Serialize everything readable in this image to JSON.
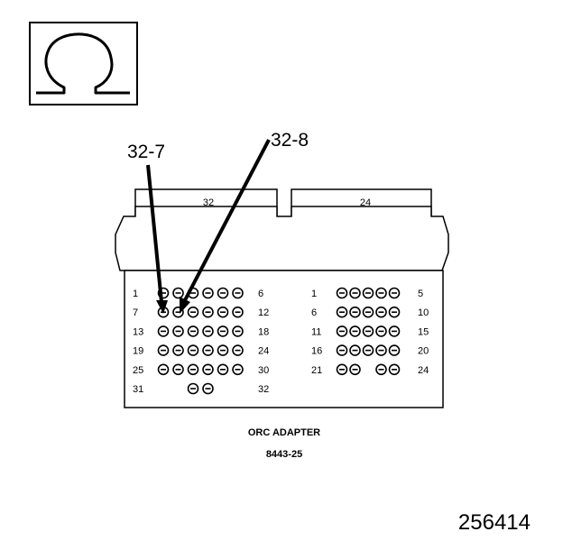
{
  "symbol": {
    "icon": "ohm-icon"
  },
  "callouts": {
    "left": "32-7",
    "right": "32-8"
  },
  "connectors": {
    "left_label": "32",
    "right_label": "24"
  },
  "left_block": {
    "rows": [
      {
        "start": "1",
        "end": "6",
        "pins": [
          1,
          1,
          1,
          1,
          1,
          1
        ]
      },
      {
        "start": "7",
        "end": "12",
        "pins": [
          1,
          1,
          1,
          1,
          1,
          1
        ]
      },
      {
        "start": "13",
        "end": "18",
        "pins": [
          1,
          1,
          1,
          1,
          1,
          1
        ]
      },
      {
        "start": "19",
        "end": "24",
        "pins": [
          1,
          1,
          1,
          1,
          1,
          1
        ]
      },
      {
        "start": "25",
        "end": "30",
        "pins": [
          1,
          1,
          1,
          1,
          1,
          1
        ]
      },
      {
        "start": "31",
        "end": "32",
        "pins": [
          0,
          0,
          1,
          1,
          0,
          0
        ]
      }
    ]
  },
  "right_block": {
    "rows": [
      {
        "start": "1",
        "end": "5",
        "pins": [
          1,
          1,
          1,
          1,
          1
        ]
      },
      {
        "start": "6",
        "end": "10",
        "pins": [
          1,
          1,
          1,
          1,
          1
        ]
      },
      {
        "start": "11",
        "end": "15",
        "pins": [
          1,
          1,
          1,
          1,
          1
        ]
      },
      {
        "start": "16",
        "end": "20",
        "pins": [
          1,
          1,
          1,
          1,
          1
        ]
      },
      {
        "start": "21",
        "end": "24",
        "pins": [
          1,
          1,
          0,
          1,
          1
        ]
      }
    ]
  },
  "adapter": {
    "title": "ORC ADAPTER",
    "part_number": "8443-25"
  },
  "figure_number": "256414"
}
